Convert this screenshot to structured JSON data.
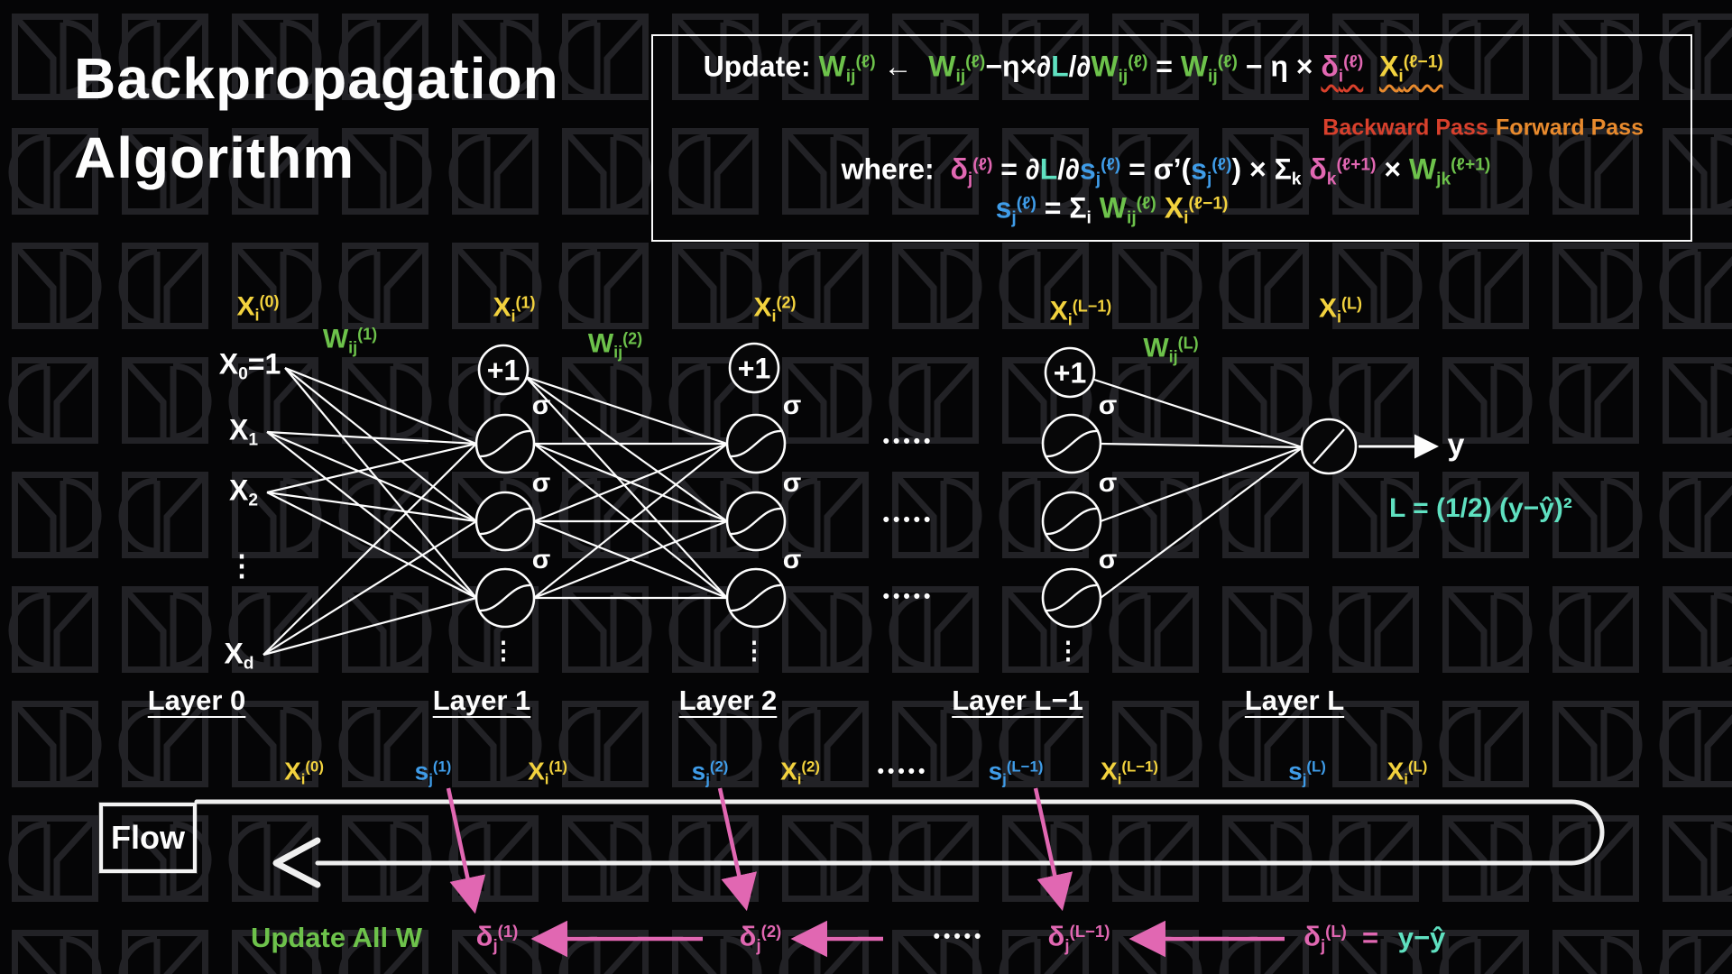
{
  "colors": {
    "green": "#6dc24b",
    "yellow": "#f2d23e",
    "blue": "#3f9ce8",
    "pink": "#e167b2",
    "teal": "#5fe0c0",
    "white": "#ffffff",
    "red": "#d8402c",
    "orange": "#e88a2d",
    "chalk": "#efefef"
  },
  "title": {
    "line1": "Backpropagation",
    "line2": "Algorithm"
  },
  "formula": {
    "l1": [
      {
        "text": "Update: ",
        "color": "#ffffff"
      },
      {
        "base": "W",
        "sub": "ij",
        "sup": "(ℓ)",
        "color": "#6dc24b"
      },
      {
        "text": " ←  ",
        "color": "#ffffff"
      },
      {
        "base": "W",
        "sub": "ij",
        "sup": "(ℓ)",
        "color": "#6dc24b"
      },
      {
        "text": "−η×∂",
        "color": "#ffffff"
      },
      {
        "text": "L",
        "color": "#5fe0c0"
      },
      {
        "text": "/∂",
        "color": "#ffffff"
      },
      {
        "base": "W",
        "sub": "ij",
        "sup": "(ℓ)",
        "color": "#6dc24b"
      },
      {
        "text": " = ",
        "color": "#ffffff"
      },
      {
        "base": "W",
        "sub": "ij",
        "sup": "(ℓ)",
        "color": "#6dc24b"
      },
      {
        "text": " − η × ",
        "color": "#ffffff"
      },
      {
        "base": "δ",
        "sub": "i",
        "sup": "(ℓ)",
        "color": "#e167b2"
      },
      {
        "text": "  ",
        "color": "#ffffff"
      },
      {
        "base": "X",
        "sub": "i",
        "sup": "(ℓ−1)",
        "color": "#f2d23e"
      }
    ],
    "passes": {
      "backward": "Backward Pass",
      "forward": "Forward Pass"
    },
    "l2": [
      {
        "text": "where:  ",
        "color": "#ffffff"
      },
      {
        "base": "δ",
        "sub": "j",
        "sup": "(ℓ)",
        "color": "#e167b2"
      },
      {
        "text": " = ∂",
        "color": "#ffffff"
      },
      {
        "text": "L",
        "color": "#5fe0c0"
      },
      {
        "text": "/∂",
        "color": "#ffffff"
      },
      {
        "base": "s",
        "sub": "j",
        "sup": "(ℓ)",
        "color": "#3f9ce8"
      },
      {
        "text": " = σ’(",
        "color": "#ffffff"
      },
      {
        "base": "s",
        "sub": "j",
        "sup": "(ℓ)",
        "color": "#3f9ce8"
      },
      {
        "base": ") × Σ",
        "sub": "k",
        "color": "#ffffff"
      },
      {
        "text": " ",
        "color": "#ffffff"
      },
      {
        "base": "δ",
        "sub": "k",
        "sup": "(ℓ+1)",
        "color": "#e167b2"
      },
      {
        "text": " × ",
        "color": "#ffffff"
      },
      {
        "base": "W",
        "sub": "jk",
        "sup": "(ℓ+1)",
        "color": "#6dc24b"
      }
    ],
    "l3": [
      {
        "base": "s",
        "sub": "j",
        "sup": "(ℓ)",
        "color": "#3f9ce8"
      },
      {
        "base": " = Σ",
        "sub": "i",
        "color": "#ffffff"
      },
      {
        "text": " ",
        "color": "#ffffff"
      },
      {
        "base": "W",
        "sub": "ij",
        "sup": "(ℓ)",
        "color": "#6dc24b"
      },
      {
        "text": " ",
        "color": "#ffffff"
      },
      {
        "base": "X",
        "sub": "i",
        "sup": "(ℓ−1)",
        "color": "#f2d23e"
      }
    ]
  },
  "network": {
    "col_labels": [
      {
        "base": "X",
        "sub": "i",
        "sup": "(0)",
        "color": "#f2d23e"
      },
      {
        "base": "X",
        "sub": "i",
        "sup": "(1)",
        "color": "#f2d23e"
      },
      {
        "base": "X",
        "sub": "i",
        "sup": "(2)",
        "color": "#f2d23e"
      },
      {
        "base": "X",
        "sub": "i",
        "sup": "(L−1)",
        "color": "#f2d23e"
      },
      {
        "base": "X",
        "sub": "i",
        "sup": "(L)",
        "color": "#f2d23e"
      }
    ],
    "w_labels": [
      {
        "base": "W",
        "sub": "ij",
        "sup": "(1)",
        "color": "#6dc24b"
      },
      {
        "base": "W",
        "sub": "ij",
        "sup": "(2)",
        "color": "#6dc24b"
      },
      {
        "base": "W",
        "sub": "ij",
        "sup": "(L)",
        "color": "#6dc24b"
      }
    ],
    "inputs": [
      {
        "base": "X",
        "sub": "0",
        "tail": "=1"
      },
      {
        "base": "X",
        "sub": "1"
      },
      {
        "base": "X",
        "sub": "2"
      },
      {
        "text": "⋮"
      },
      {
        "base": "X",
        "sub": "d"
      }
    ],
    "sigma": "σ",
    "bias": "+1",
    "hdots": "•••••",
    "vdots": "⋮",
    "layer_labels": [
      "Layer 0",
      "Layer 1",
      "Layer 2",
      "Layer L−1",
      "Layer L"
    ],
    "output": "y",
    "loss": "L = (1/2) (y−ŷ)²"
  },
  "flow": {
    "box": "Flow",
    "top": [
      {
        "base": "X",
        "sub": "i",
        "sup": "(0)",
        "color": "#f2d23e"
      },
      {
        "base": "s",
        "sub": "j",
        "sup": "(1)",
        "color": "#3f9ce8"
      },
      {
        "base": "X",
        "sub": "i",
        "sup": "(1)",
        "color": "#f2d23e"
      },
      {
        "base": "s",
        "sub": "j",
        "sup": "(2)",
        "color": "#3f9ce8"
      },
      {
        "base": "X",
        "sub": "i",
        "sup": "(2)",
        "color": "#f2d23e"
      },
      {
        "text": "•••••",
        "color": "#ffffff"
      },
      {
        "base": "s",
        "sub": "j",
        "sup": "(L−1)",
        "color": "#3f9ce8"
      },
      {
        "base": "X",
        "sub": "i",
        "sup": "(L−1)",
        "color": "#f2d23e"
      },
      {
        "base": "s",
        "sub": "j",
        "sup": "(L)",
        "color": "#3f9ce8"
      },
      {
        "base": "X",
        "sub": "i",
        "sup": "(L)",
        "color": "#f2d23e"
      }
    ],
    "update": "Update All W",
    "deltas": [
      {
        "base": "δ",
        "sub": "j",
        "sup": "(1)",
        "color": "#e167b2"
      },
      {
        "base": "δ",
        "sub": "j",
        "sup": "(2)",
        "color": "#e167b2"
      },
      {
        "base": "δ",
        "sub": "j",
        "sup": "(L−1)",
        "color": "#e167b2"
      },
      {
        "base": "δ",
        "sub": "j",
        "sup": "(L)",
        "color": "#e167b2"
      }
    ],
    "dots": "•••••",
    "eq": "=",
    "yhat": "y−ŷ"
  }
}
